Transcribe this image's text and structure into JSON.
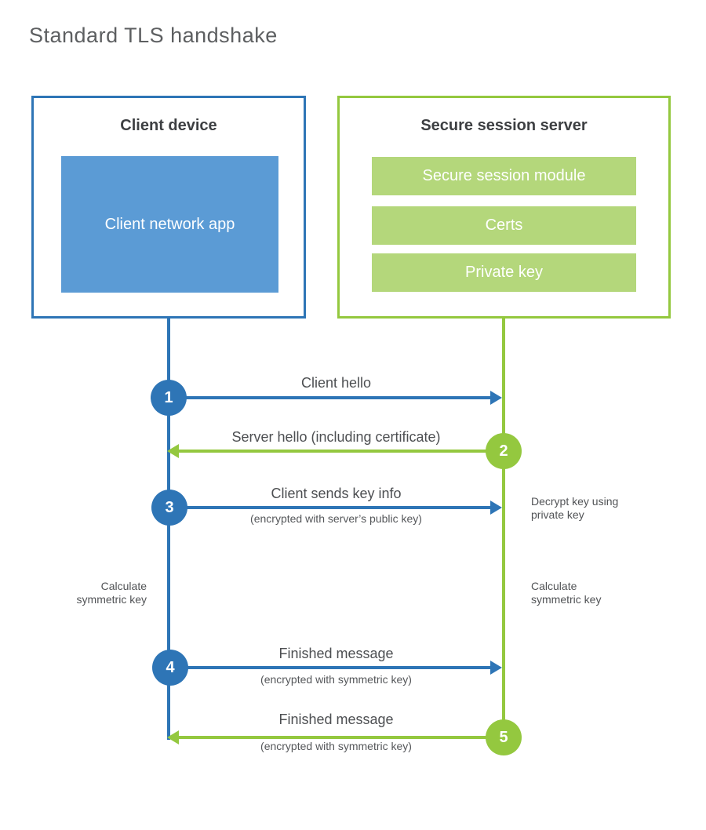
{
  "title": "Standard TLS handshake",
  "colors": {
    "blue_strong": "#2e75b6",
    "blue_light": "#5b9bd5",
    "green_strong": "#94c83f",
    "green_light": "#b4d77b",
    "text_dark": "#3d3f42",
    "text_gray": "#4d4f52"
  },
  "client": {
    "title": "Client device",
    "app": "Client network app"
  },
  "server": {
    "title": "Secure session server",
    "modules": [
      "Secure session module",
      "Certs",
      "Private key"
    ]
  },
  "steps": [
    {
      "num": "1",
      "label": "Client hello",
      "sublabel": "",
      "from": "client",
      "to": "server"
    },
    {
      "num": "2",
      "label": "Server hello (including certificate)",
      "sublabel": "",
      "from": "server",
      "to": "client"
    },
    {
      "num": "3",
      "label": "Client sends key info",
      "sublabel": "(encrypted with server’s public key)",
      "from": "client",
      "to": "server"
    },
    {
      "num": "4",
      "label": "Finished message",
      "sublabel": "(encrypted with symmetric key)",
      "from": "client",
      "to": "server"
    },
    {
      "num": "5",
      "label": "Finished message",
      "sublabel": "(encrypted with symmetric key)",
      "from": "server",
      "to": "client"
    }
  ],
  "notes": {
    "decrypt": "Decrypt key using\nprivate key",
    "calc_left": "Calculate\nsymmetric key",
    "calc_right": "Calculate\nsymmetric key"
  }
}
